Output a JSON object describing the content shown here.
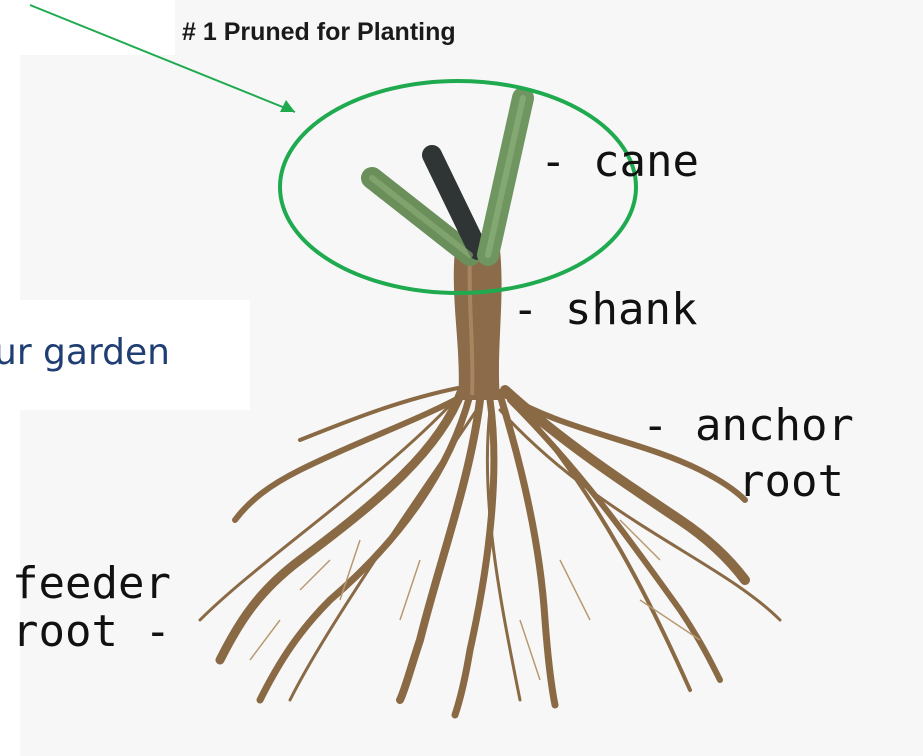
{
  "slide": {
    "visible_text_fragment": "ur garden"
  },
  "diagram": {
    "title": "# 1 Pruned for Planting",
    "labels": {
      "cane": "- cane",
      "shank": "- shank",
      "anchor_line1": "- anchor",
      "anchor_line2": "root",
      "feeder_line1": "feeder",
      "feeder_line2": "root -"
    },
    "colors": {
      "annotation_green": "#1faa4f",
      "slide_text": "#1f3e73"
    }
  }
}
